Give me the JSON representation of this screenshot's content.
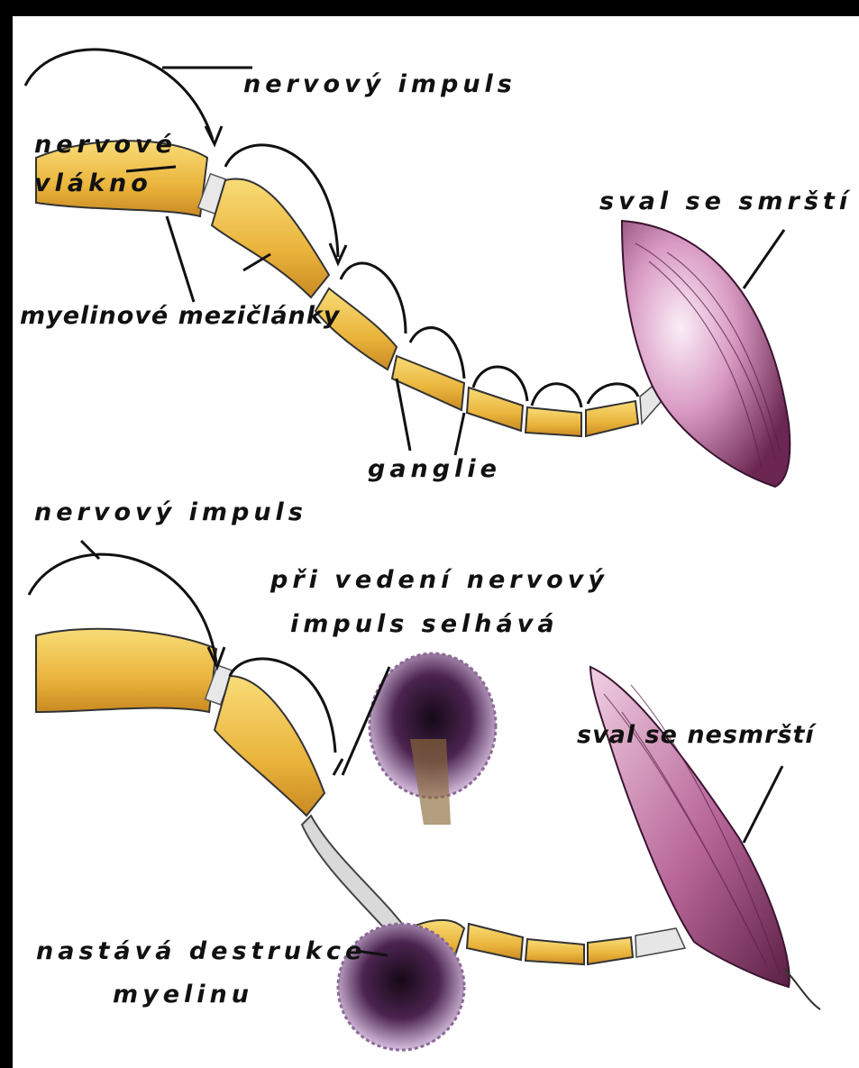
{
  "diagram": {
    "top_panel": {
      "label_impulse": "nervový impuls",
      "label_fiber_line1": "nervové",
      "label_fiber_line2": "vlákno",
      "label_myelin_segments": "myelinové mezičlánky",
      "label_ganglia": "ganglie",
      "label_muscle_contracts": "sval se smrští"
    },
    "bottom_panel": {
      "label_impulse": "nervový impuls",
      "label_failure_line1": "při vedení nervový",
      "label_failure_line2": "impuls selhává",
      "label_muscle_not_contracts": "sval se nesmrští",
      "label_destruction_line1": "nastává destrukce",
      "label_destruction_line2": "myelinu"
    },
    "colors": {
      "myelin_fill": "#f2c44a",
      "myelin_shade": "#d99a2b",
      "muscle_fill": "#b85a9a",
      "muscle_light": "#f3d6ea",
      "damage_dark": "#3b1c3f",
      "damage_light": "#c8a6d2",
      "ink": "#111111"
    }
  }
}
